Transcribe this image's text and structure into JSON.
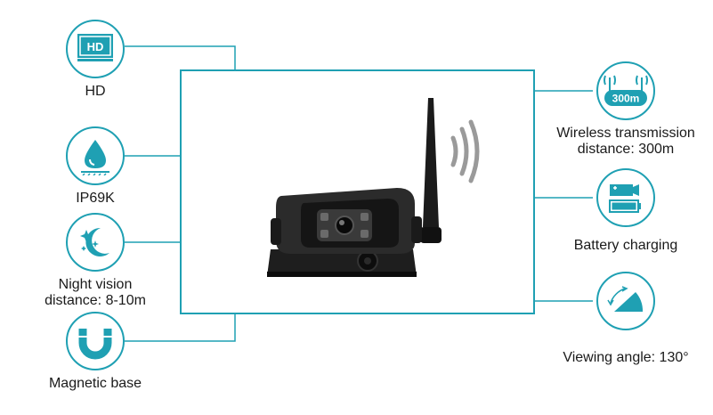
{
  "accent_color": "#1fa0b3",
  "features_left": [
    {
      "icon": "hd-monitor-icon",
      "label": "HD",
      "icon_text": "HD"
    },
    {
      "icon": "water-drop-icon",
      "label": "IP69K"
    },
    {
      "icon": "moon-stars-icon",
      "label": "Night vision\ndistance: 8-10m"
    },
    {
      "icon": "magnet-icon",
      "label": "Magnetic base"
    }
  ],
  "features_right": [
    {
      "icon": "wifi-antenna-icon",
      "label": "Wireless transmission\ndistance: 300m",
      "icon_text": "300m"
    },
    {
      "icon": "battery-charging-icon",
      "label": "Battery charging"
    },
    {
      "icon": "viewing-angle-icon",
      "label": "Viewing angle: 130°"
    }
  ]
}
